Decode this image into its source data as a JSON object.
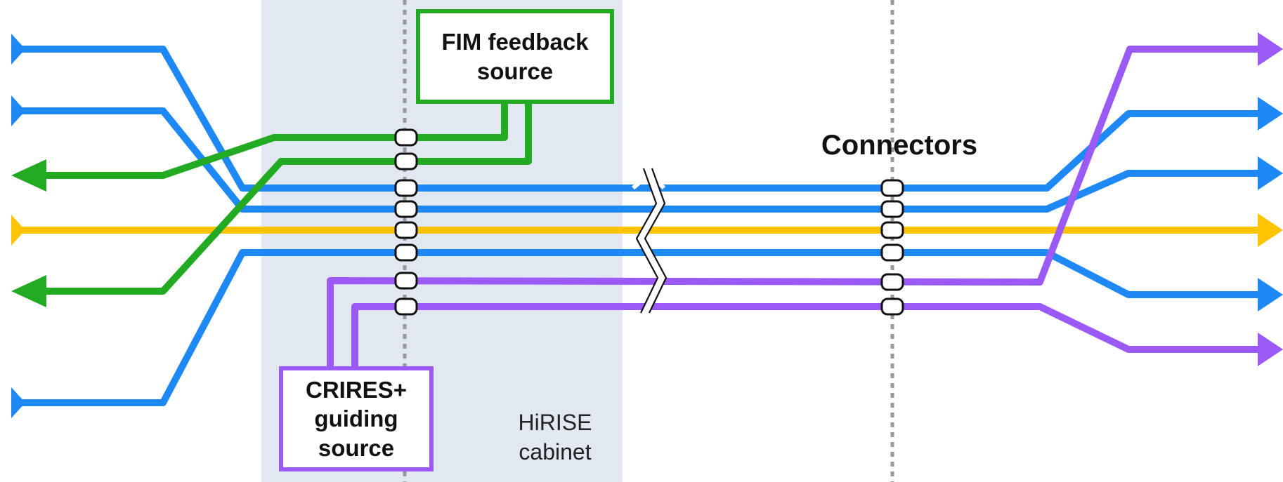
{
  "labels": {
    "fim_source": "FIM feedback\nsource",
    "crires_source": "CRIRES+\nguiding\nsource",
    "connectors": "Connectors",
    "cabinet": "HiRISE\ncabinet"
  },
  "colors": {
    "science_fiber": "#1e88f5",
    "fim_fiber": "#22aa22",
    "reference_fiber": "#ffc400",
    "crires_fiber": "#9b59f5",
    "cabinet_background": "#e1e8f2",
    "connector_line": "#999999"
  },
  "fibers": [
    {
      "role": "science",
      "color_key": "science_fiber",
      "direction": "right"
    },
    {
      "role": "science",
      "color_key": "science_fiber",
      "direction": "right"
    },
    {
      "role": "fim-feedback",
      "color_key": "fim_fiber",
      "direction": "left"
    },
    {
      "role": "reference",
      "color_key": "reference_fiber",
      "direction": "right"
    },
    {
      "role": "fim-feedback",
      "color_key": "fim_fiber",
      "direction": "left"
    },
    {
      "role": "science",
      "color_key": "science_fiber",
      "direction": "right"
    },
    {
      "role": "crires-guiding",
      "color_key": "crires_fiber",
      "direction": "right"
    },
    {
      "role": "crires-guiding",
      "color_key": "crires_fiber",
      "direction": "right"
    }
  ]
}
